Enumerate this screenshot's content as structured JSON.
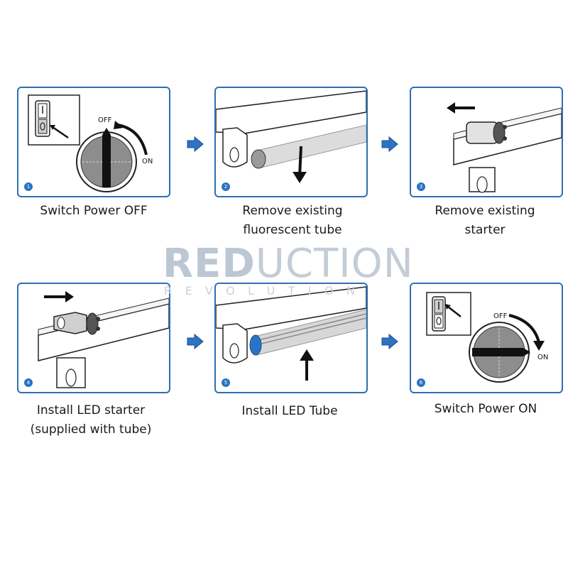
{
  "steps": [
    {
      "number": "1",
      "caption_lines": [
        "Switch Power OFF"
      ]
    },
    {
      "number": "2",
      "caption_lines": [
        "Remove existing",
        "fluorescent tube"
      ]
    },
    {
      "number": "3",
      "caption_lines": [
        "Remove existing",
        "starter"
      ]
    },
    {
      "number": "4",
      "caption_lines": [
        "Install LED starter",
        "(supplied with tube)"
      ]
    },
    {
      "number": "5",
      "caption_lines": [
        "Install LED Tube"
      ]
    },
    {
      "number": "6",
      "caption_lines": [
        "Switch Power ON"
      ]
    }
  ],
  "dial_labels": {
    "off": "OFF",
    "on": "ON"
  },
  "watermark": {
    "bold_part": "RED",
    "light_part": "UCTION",
    "subtitle": "REVOLUTION"
  },
  "colors": {
    "panel_border": "#2f6fb4",
    "badge": "#2b73c5",
    "flow_arrow": "#2b73c5",
    "led_tube_cap": "#2b73c5",
    "watermark": "#bcc7d4"
  },
  "icons": {
    "flow_arrow": "chevron-right-arrow-icon",
    "wall_switch": "rocker-switch-icon",
    "dial": "rotary-switch-icon"
  }
}
